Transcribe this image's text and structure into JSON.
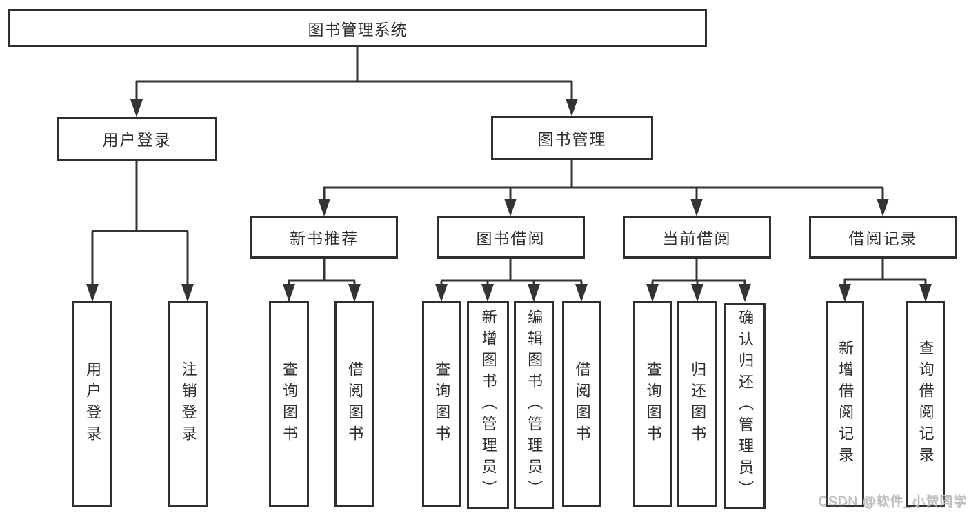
{
  "diagram": {
    "title": {
      "label": "图书管理系统"
    },
    "branches": [
      {
        "label": "用户登录",
        "children": [
          {
            "label": "用户登录"
          },
          {
            "label": "注销登录"
          }
        ]
      },
      {
        "label": "图书管理",
        "children": [
          {
            "label": "新书推荐",
            "children": [
              {
                "label": "查询图书"
              },
              {
                "label": "借阅图书"
              }
            ]
          },
          {
            "label": "图书借阅",
            "children": [
              {
                "label": "查询图书"
              },
              {
                "label": "新增图书（管理员）"
              },
              {
                "label": "编辑图书（管理员）"
              },
              {
                "label": "借阅图书"
              }
            ]
          },
          {
            "label": "当前借阅",
            "children": [
              {
                "label": "查询图书"
              },
              {
                "label": "归还图书"
              },
              {
                "label": "确认归还（管理员）"
              }
            ]
          },
          {
            "label": "借阅记录",
            "children": [
              {
                "label": "新增借阅记录"
              },
              {
                "label": "查询借阅记录"
              }
            ]
          }
        ]
      }
    ]
  },
  "watermark": {
    "text": "CSDN @软件_小贺同学"
  },
  "colors": {
    "line": "#333333",
    "box_border": "#2f2f2f",
    "text": "#2f2f2f",
    "watermark": "#bdbdbd",
    "background": "#ffffff"
  }
}
